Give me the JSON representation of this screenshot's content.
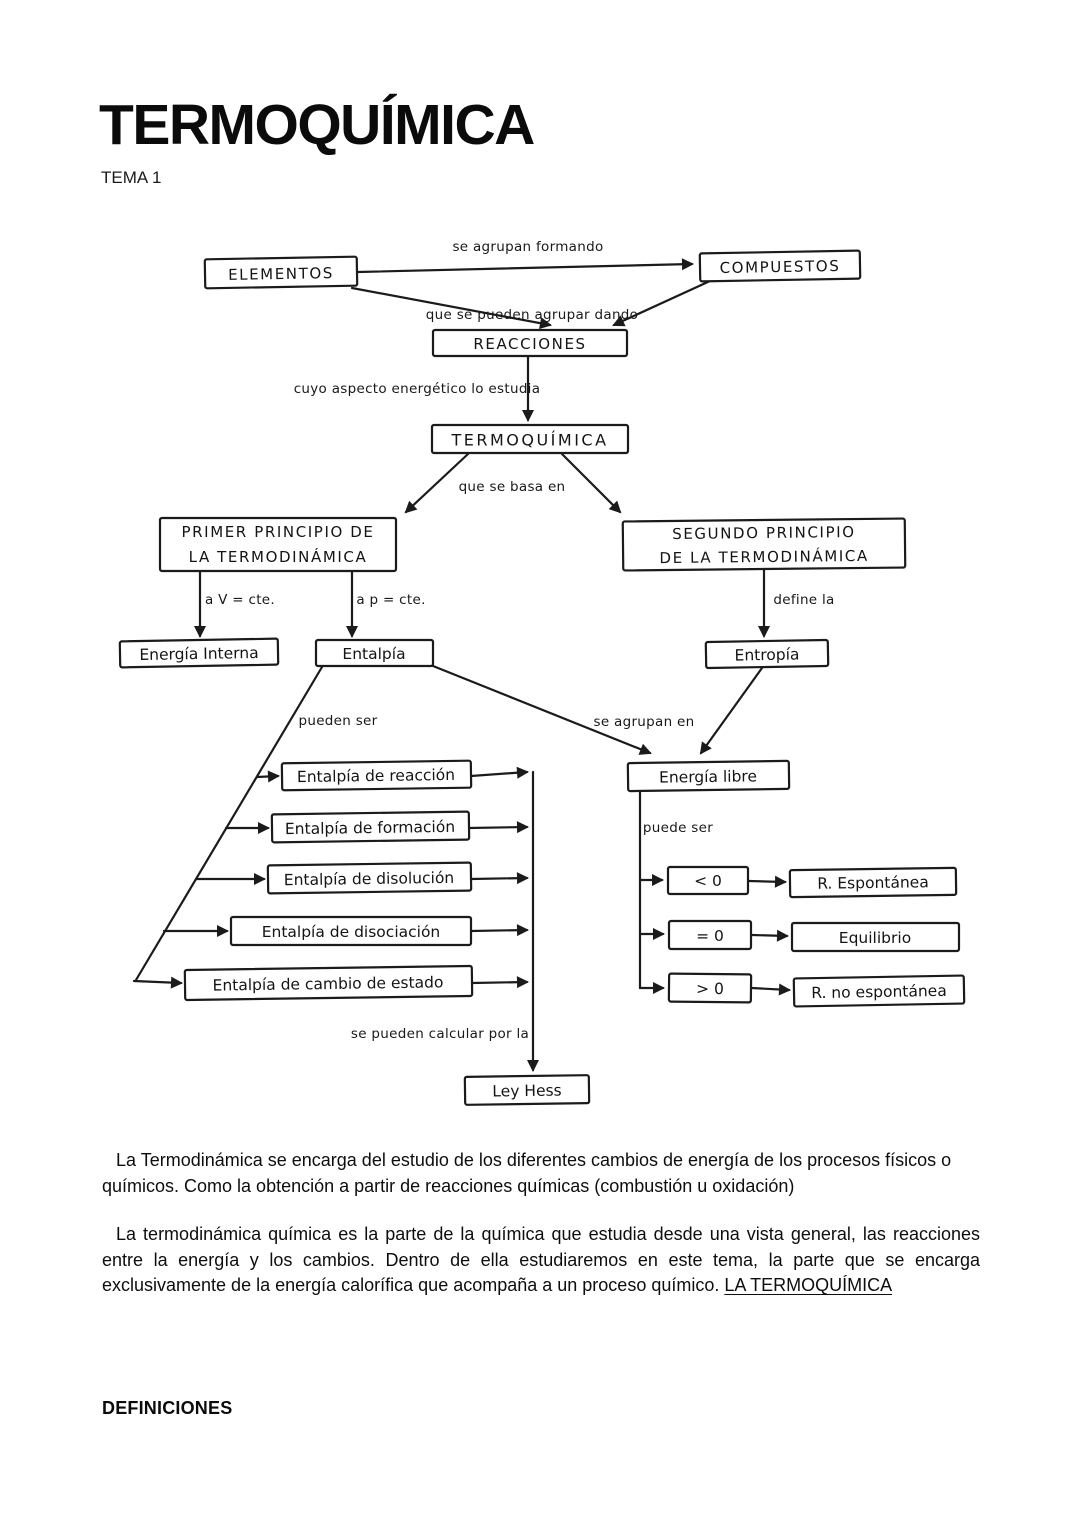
{
  "header": {
    "title": "TERMOQUÍMICA",
    "subtitle": "TEMA 1"
  },
  "diagram": {
    "nodes": {
      "elementos": "ELEMENTOS",
      "compuestos": "COMPUESTOS",
      "reacciones": "REACCIONES",
      "termoquimica": "TERMOQUÍMICA",
      "primer_principio_line1": "PRIMER PRINCIPIO DE",
      "primer_principio_line2": "LA TERMODINÁMICA",
      "segundo_principio_line1": "SEGUNDO PRINCIPIO",
      "segundo_principio_line2": "DE LA TERMODINÁMICA",
      "energia_interna": "Energía Interna",
      "entalpia": "Entalpía",
      "entropia": "Entropía",
      "entalpia_reaccion": "Entalpía de reacción",
      "entalpia_formacion": "Entalpía de formación",
      "entalpia_disolucion": "Entalpía de disolución",
      "entalpia_disociacion": "Entalpía de disociación",
      "entalpia_cambio_estado": "Entalpía de cambio de estado",
      "energia_libre": "Energía libre",
      "menor_que_cero": "< 0",
      "igual_a_cero": "= 0",
      "mayor_que_cero": "> 0",
      "r_espontanea": "R. Espontánea",
      "equilibrio": "Equilibrio",
      "r_no_espontanea": "R. no espontánea",
      "ley_hess": "Ley Hess"
    },
    "edge_labels": {
      "se_agrupan_formando": "se agrupan formando",
      "que_se_pueden_agrupar_dando": "que se pueden agrupar dando",
      "cuyo_aspecto_energetico": "cuyo aspecto energético lo estudia",
      "que_se_basa_en": "que se basa en",
      "a_v_cte": "a V = cte.",
      "a_p_cte": "a p = cte.",
      "define_la": "define la",
      "pueden_ser": "pueden ser",
      "se_agrupan_en": "se agrupan en",
      "puede_ser": "puede ser",
      "se_pueden_calcular_por_la": "se pueden calcular por la"
    }
  },
  "body": {
    "paragraph1": "La Termodinámica se encarga del estudio de los diferentes cambios de energía de los procesos físicos o químicos. Como la obtención a partir de reacciones químicas (combustión u oxidación)",
    "paragraph2": "La termodinámica química es la parte de la química que estudia desde una vista general, las reacciones entre la energía y los cambios. Dentro de ella estudiaremos en este tema, la parte que se encarga exclusivamente de la energía calorífica que acompaña a un proceso químico. ",
    "paragraph2_underlined": "LA TERMOQUÍMICA",
    "definitions_heading": "DEFINICIONES"
  }
}
